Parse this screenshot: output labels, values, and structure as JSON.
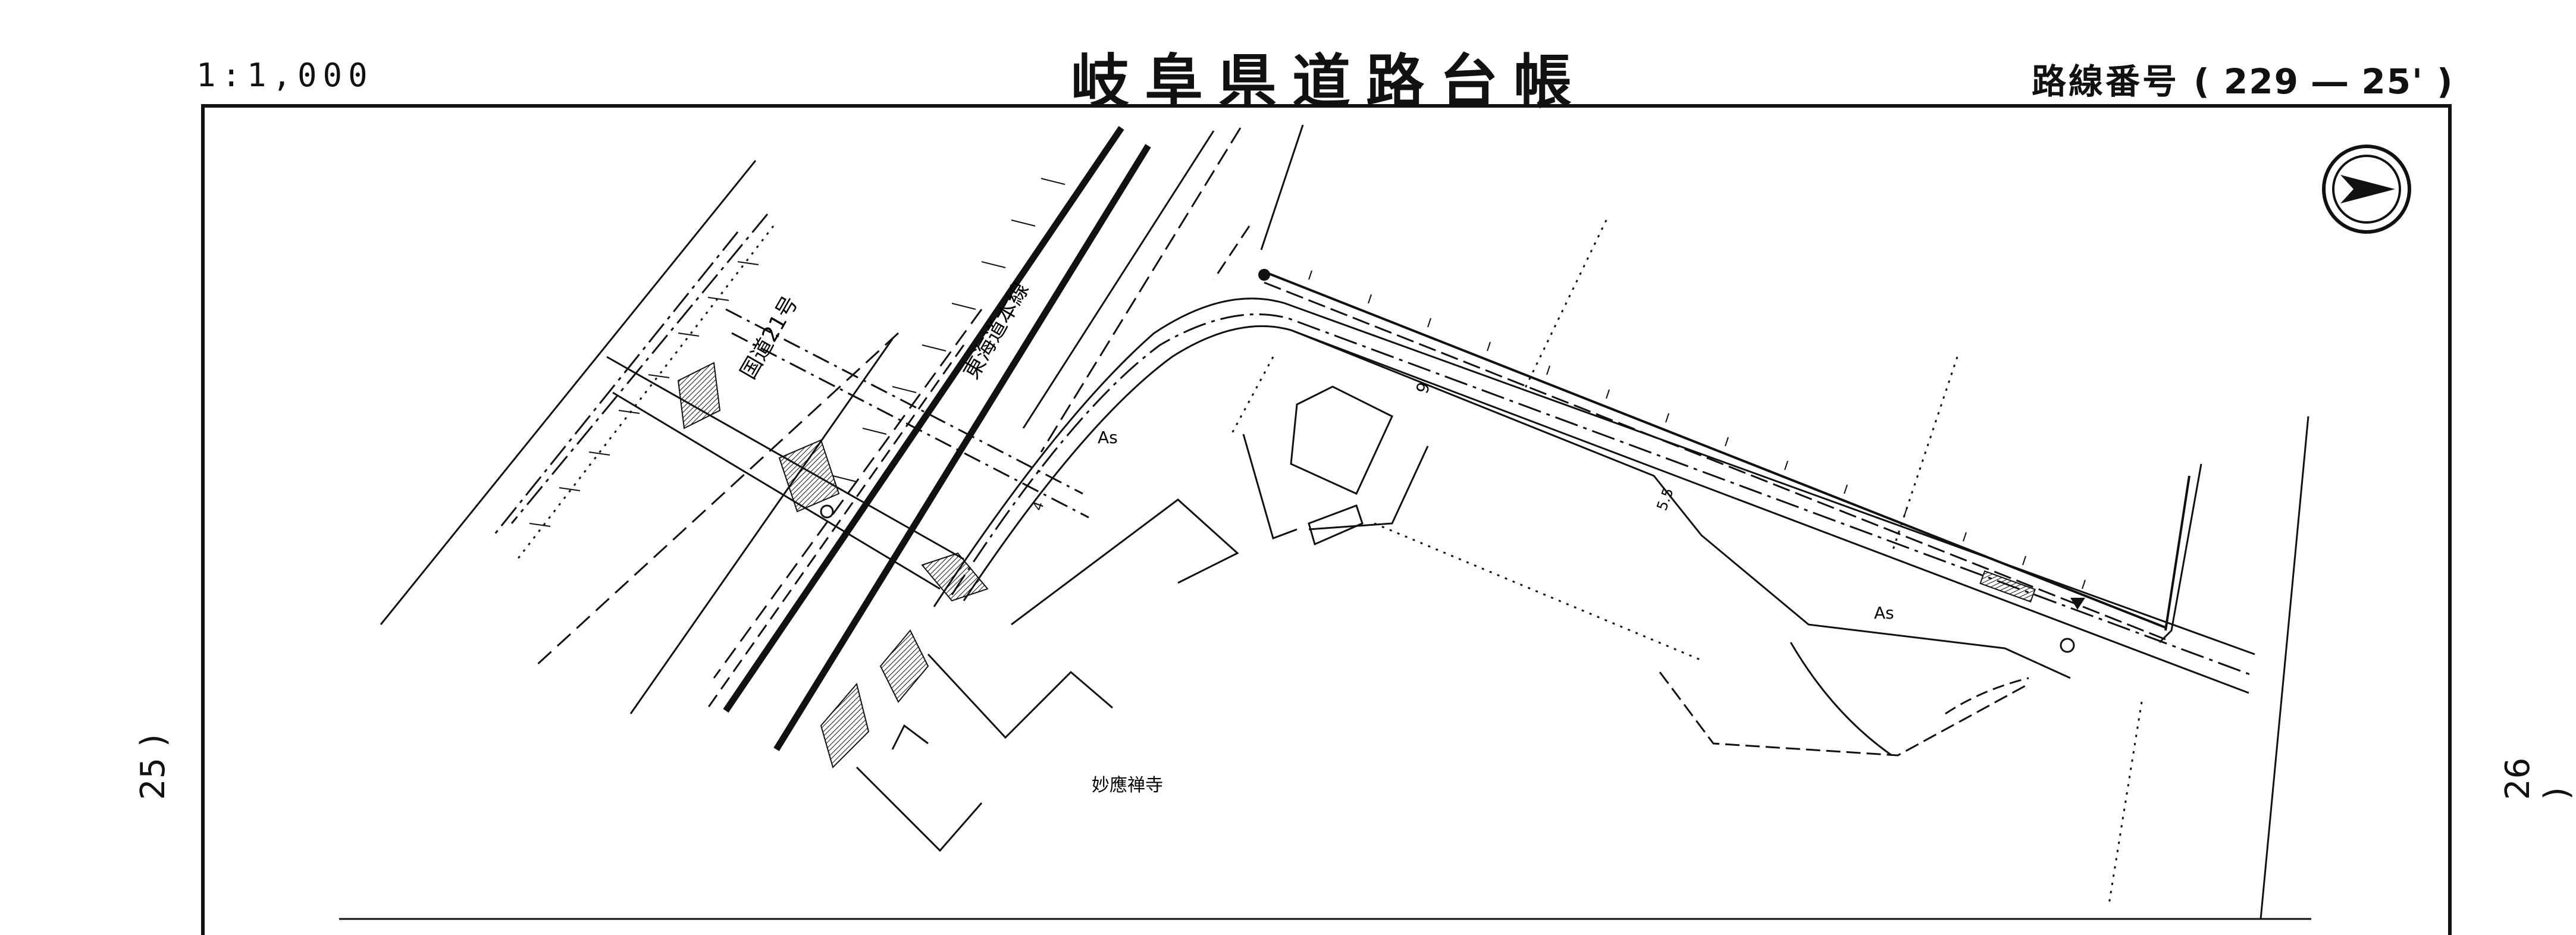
{
  "header": {
    "scale": "1:1,000",
    "title": "岐阜県道路台帳",
    "route_prefix": "路線番号",
    "route_number": "( 229 ― 25' )"
  },
  "sheet_refs": {
    "left": "25 )",
    "right": "26 )"
  },
  "map_labels": {
    "railway": "東海道本線",
    "national_road": "国道21号",
    "temple": "妙應禅寺",
    "asphalt_1": "As",
    "asphalt_2": "As",
    "width_6": "6",
    "width_5_5": "5.5",
    "width_4": "4"
  },
  "legend": {
    "north_arrow": "north-arrow-icon"
  }
}
